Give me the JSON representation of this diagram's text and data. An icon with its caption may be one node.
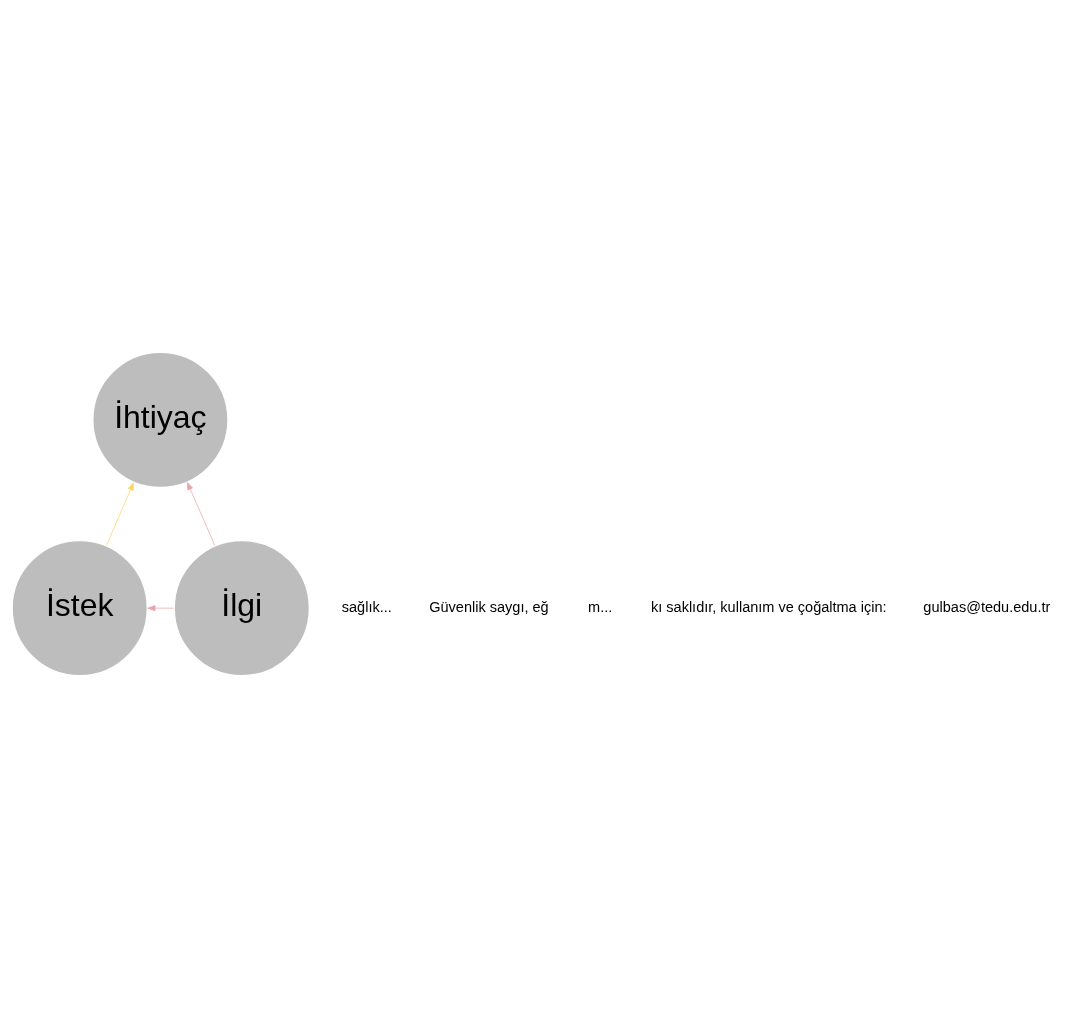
{
  "diagram": {
    "nodes": [
      {
        "text": [
          "İhtiyaç"
        ]
      },
      {
        "text": [
          "İstek"
        ]
      },
      {
        "text": [
          "İlgi"
        ]
      }
    ],
    "edges": [
      {
        "from": 1,
        "to": 0,
        "arrow": "to",
        "color": "#f7d660"
      },
      {
        "from": 2,
        "to": 0,
        "arrow": "to",
        "color": "#e9a4a8"
      },
      {
        "from": 2,
        "to": 1,
        "arrow": "to",
        "color": "#e9a4a8"
      }
    ],
    "labels": [
      "sağlık...",
      "Güvenlik saygı, eğ",
      "m...",
      "kı saklıdır, kullanım ve çoğaltma için:",
      "gulbas@tedu.edu.tr"
    ]
  }
}
